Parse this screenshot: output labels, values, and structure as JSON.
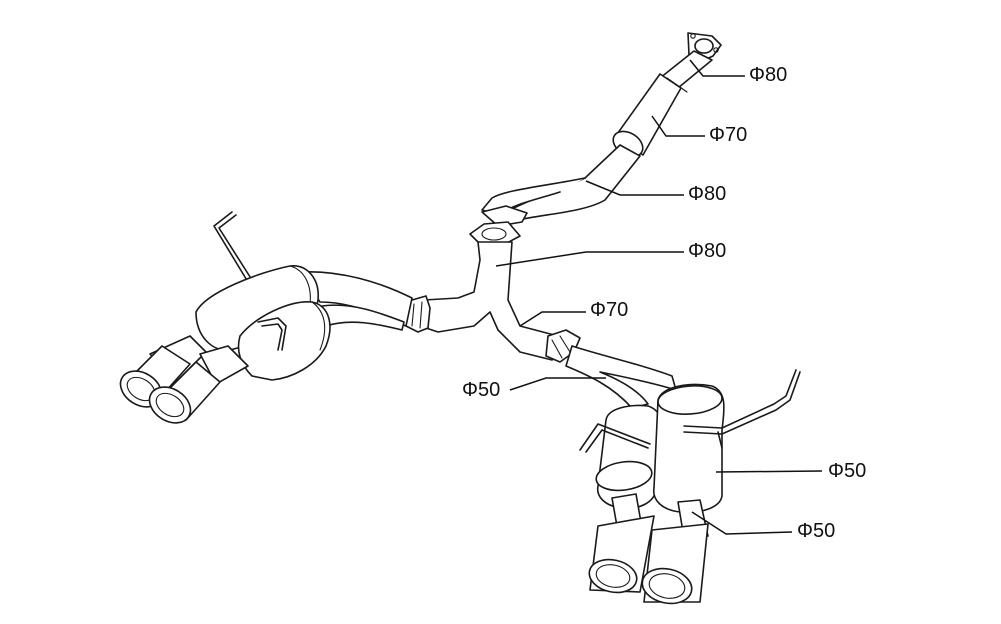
{
  "labels": {
    "rear_inlet": "Φ80",
    "center_muffler": "Φ70",
    "mid_pipe": "Φ80",
    "y_pipe_main": "Φ80",
    "y_pipe_right": "Φ70",
    "right_branch": "Φ50",
    "right_muffler": "Φ50",
    "right_tail": "Φ50"
  }
}
